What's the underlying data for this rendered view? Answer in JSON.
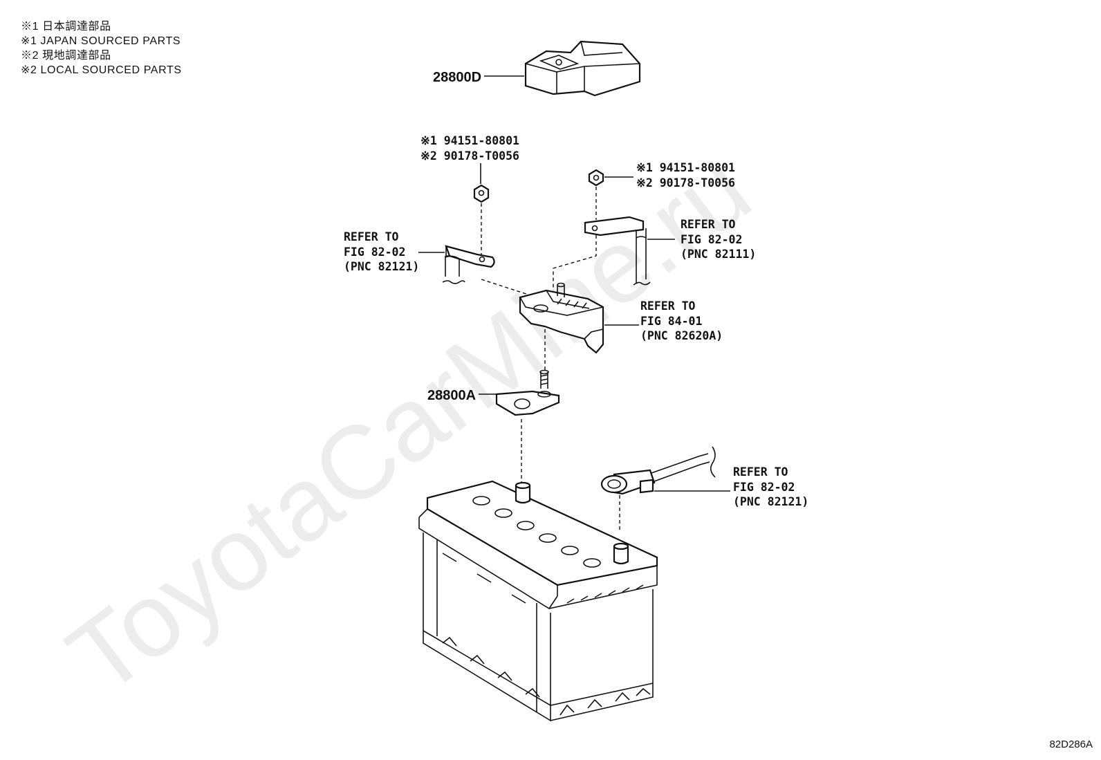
{
  "legend": {
    "line1": "※1 日本調達部品",
    "line2": "※1 JAPAN SOURCED PARTS",
    "line3": "※2 現地調達部品",
    "line4": "※2 LOCAL SOURCED PARTS"
  },
  "watermark": "ToyotaCarMine.ru",
  "parts": {
    "p28800d": "28800D",
    "p28800a": "28800A"
  },
  "nut_left": {
    "line1": "※1 94151-80801",
    "line2": "※2 90178-T0056"
  },
  "nut_right": {
    "line1": "※1 94151-80801",
    "line2": "※2 90178-T0056"
  },
  "ref_left": {
    "line1": "REFER TO",
    "line2": "FIG 82-02",
    "line3": "(PNC 82121)"
  },
  "ref_upper_right": {
    "line1": "REFER TO",
    "line2": "FIG 82-02",
    "line3": "(PNC 82111)"
  },
  "ref_fusebox": {
    "line1": "REFER TO",
    "line2": "FIG 84-01",
    "line3": "(PNC 82620A)"
  },
  "ref_lower_right": {
    "line1": "REFER TO",
    "line2": "FIG 82-02",
    "line3": "(PNC 82121)"
  },
  "figure_code": "82D286A"
}
